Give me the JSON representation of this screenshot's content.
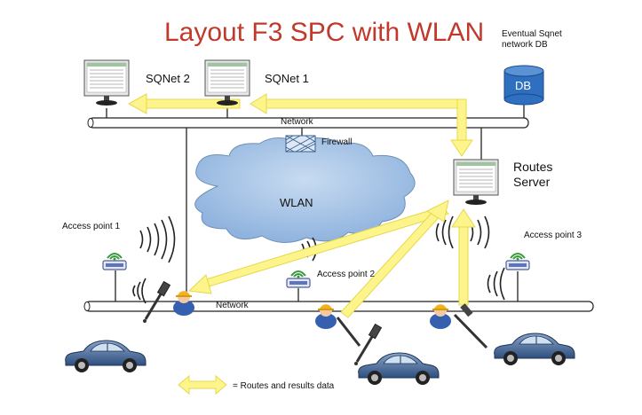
{
  "title": "Layout F3 SPC with WLAN",
  "labels": {
    "db_note_line1": "Eventual Sqnet",
    "db_note_line2": "network DB",
    "db": "DB",
    "sqnet2": "SQNet 2",
    "sqnet1": "SQNet 1",
    "network_top": "Network",
    "firewall": "Firewall",
    "routes_line1": "Routes",
    "routes_line2": "Server",
    "wlan": "WLAN",
    "ap1": "Access point 1",
    "ap2": "Access point 2",
    "ap3": "Access point 3",
    "network_bottom": "Network"
  },
  "legend": {
    "text": "= Routes and results data"
  },
  "colors": {
    "title": "#c0392b",
    "arrow": "#fdf58c",
    "cloud": "#a9c7e8",
    "db": "#2e6fc0"
  },
  "icons": [
    "monitor-icon",
    "database-icon",
    "firewall-icon",
    "cloud-icon",
    "access-point-icon",
    "worker-icon",
    "car-icon",
    "wireless-signal-icon"
  ]
}
